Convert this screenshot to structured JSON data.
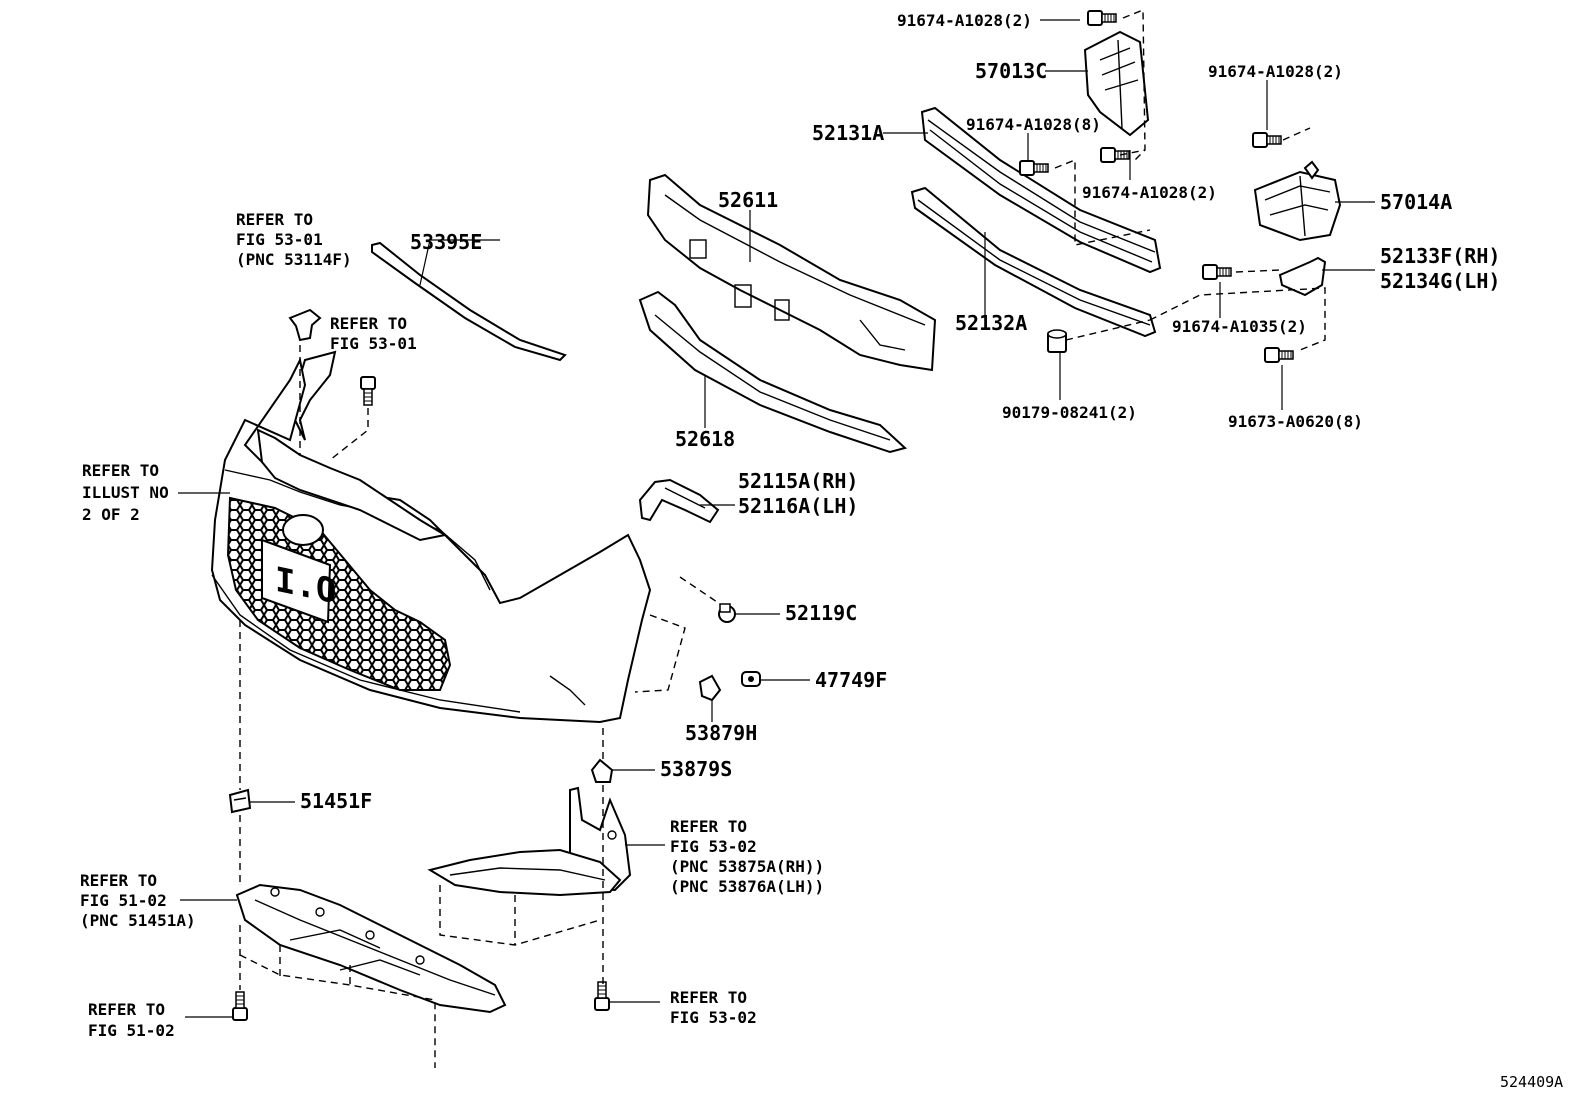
{
  "diagram_id": "524409A",
  "labels": {
    "p91674_top": "91674-A1028(2)",
    "p57013C": "57013C",
    "p91674_right": "91674-A1028(2)",
    "p52131A": "52131A",
    "p91674_8": "91674-A1028(8)",
    "p91674_mid": "91674-A1028(2)",
    "p57014A": "57014A",
    "p52611": "52611",
    "p52133F": "52133F(RH)",
    "p52134G": "52134G(LH)",
    "p91674_1035": "91674-A1035(2)",
    "p52132A": "52132A",
    "p90179": "90179-08241(2)",
    "p91673": "91673-A0620(8)",
    "p53395E": "53395E",
    "p52618": "52618",
    "p52115A": "52115A(RH)",
    "p52116A": "52116A(LH)",
    "p52119C": "52119C",
    "p47749F": "47749F",
    "p53879H": "53879H",
    "p53879S": "53879S",
    "p51451F": "51451F"
  },
  "refs": {
    "ref_5301_pnc": [
      "REFER TO",
      "FIG 53-01",
      "(PNC 53114F)"
    ],
    "ref_5301": [
      "REFER TO",
      "FIG 53-01"
    ],
    "ref_illust": [
      "REFER TO",
      "ILLUST NO",
      "2 OF 2"
    ],
    "ref_5302_pnc": [
      "REFER TO",
      "FIG 53-02",
      "(PNC 53875A(RH))",
      "(PNC 53876A(LH))"
    ],
    "ref_5102_pnc": [
      "REFER TO",
      "FIG 51-02",
      "(PNC 51451A)"
    ],
    "ref_5102": [
      "REFER TO",
      "FIG 51-02"
    ],
    "ref_5302": [
      "REFER TO",
      "FIG 53-02"
    ]
  }
}
